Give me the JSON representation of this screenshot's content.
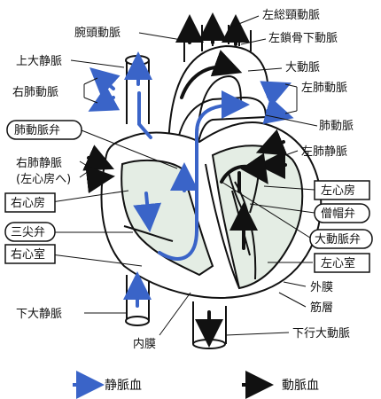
{
  "labels": {
    "brachiocephalic_artery": "腕頭動脈",
    "left_common_carotid": "左総頸動脈",
    "left_subclavian": "左鎖骨下動脈",
    "superior_vena_cava": "上大静脈",
    "aorta": "大動脈",
    "right_pulmonary_artery": "右肺動脈",
    "left_pulmonary_artery": "左肺動脈",
    "pulmonary_artery": "肺動脈",
    "pulmonary_valve": "肺動脈弁",
    "left_pulmonary_vein": "左肺静脈",
    "right_pulmonary_vein": "右肺静脈",
    "to_left_atrium": "(左心房へ)",
    "left_atrium": "左心房",
    "right_atrium": "右心房",
    "mitral_valve": "僧帽弁",
    "tricuspid_valve": "三尖弁",
    "aortic_valve": "大動脈弁",
    "right_ventricle": "右心室",
    "left_ventricle": "左心室",
    "epicardium": "外膜",
    "myocardium": "筋層",
    "inferior_vena_cava": "下大静脈",
    "endocardium": "内膜",
    "descending_aorta": "下行大動脈"
  },
  "legend": {
    "venous": "静脈血",
    "arterial": "動脈血"
  },
  "colors": {
    "venous": "#3a64c8",
    "arterial": "#111111",
    "tissue": "#dfe8df",
    "line": "#111111"
  }
}
